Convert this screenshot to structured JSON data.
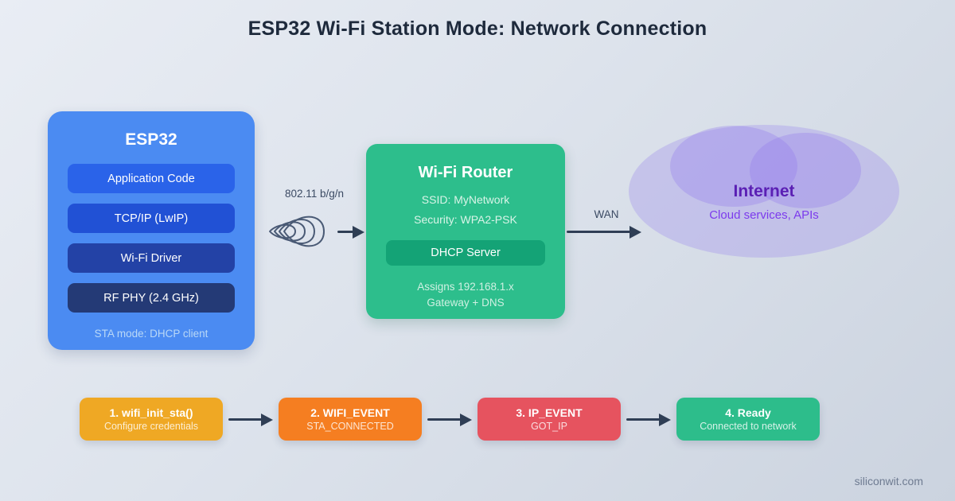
{
  "title": "ESP32 Wi-Fi Station Mode: Network Connection",
  "esp32": {
    "title": "ESP32",
    "layers": [
      {
        "label": "Application Code",
        "color": "#2a63e9"
      },
      {
        "label": "TCP/IP (LwIP)",
        "color": "#2151d5"
      },
      {
        "label": "Wi-Fi Driver",
        "color": "#2342a6"
      },
      {
        "label": "RF PHY (2.4 GHz)",
        "color": "#243a76"
      }
    ],
    "footer": "STA mode: DHCP client"
  },
  "wireless": {
    "label": "802.11 b/g/n",
    "icon": "radio-waves-icon"
  },
  "router": {
    "title": "Wi-Fi Router",
    "ssid": "SSID: MyNetwork",
    "security": "Security: WPA2-PSK",
    "dhcp_label": "DHCP Server",
    "assigns": "Assigns 192.168.1.x",
    "gateway": "Gateway + DNS"
  },
  "wan": {
    "label": "WAN"
  },
  "internet": {
    "title": "Internet",
    "subtitle": "Cloud services, APIs"
  },
  "flow": {
    "steps": [
      {
        "title": "1. wifi_init_sta()",
        "subtitle": "Configure credentials",
        "color": "#efa824"
      },
      {
        "title": "2. WIFI_EVENT",
        "subtitle": "STA_CONNECTED",
        "color": "#f57e21"
      },
      {
        "title": "3. IP_EVENT",
        "subtitle": "GOT_IP",
        "color": "#e6535f"
      },
      {
        "title": "4. Ready",
        "subtitle": "Connected to network",
        "color": "#2dbd8b"
      }
    ]
  },
  "watermark": "siliconwit.com",
  "colors": {
    "background_start": "#e9edf4",
    "background_end": "#cbd3df",
    "title_text": "#1e2a3c",
    "esp32_box": "#4b8bf2",
    "router_box": "#2dbe8c",
    "dhcp_box": "#14a376",
    "arrow": "#2f3e55",
    "internet_title": "#5a1fb4",
    "internet_subtitle": "#7c3aed",
    "cloud_fill": "rgba(158,140,238,0.34)"
  }
}
